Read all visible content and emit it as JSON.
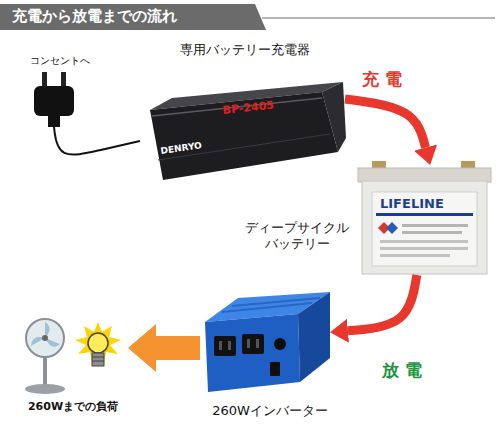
{
  "diagram": {
    "title": "充電から放電までの流れ",
    "nodes": [
      {
        "text": [
          "コンセントへ"
        ]
      },
      {
        "text": [
          "専用バッテリー充電器"
        ]
      },
      {
        "text": [
          "ディープサイクル バッテリー"
        ]
      },
      {
        "text": [
          "260Wインバーター"
        ]
      },
      {
        "text": [
          "260Wまでの負荷"
        ]
      }
    ],
    "edges": [
      {
        "from": 0,
        "to": 1,
        "arrow": "none"
      },
      {
        "from": 1,
        "to": 2,
        "label": "充 電",
        "arrow": "to"
      },
      {
        "from": 2,
        "to": 3,
        "label": "放 電",
        "arrow": "to"
      },
      {
        "from": 3,
        "to": 4,
        "arrow": "to"
      }
    ],
    "labels": [
      "DENRYO",
      "BP-2405",
      "LIFELINE"
    ]
  }
}
